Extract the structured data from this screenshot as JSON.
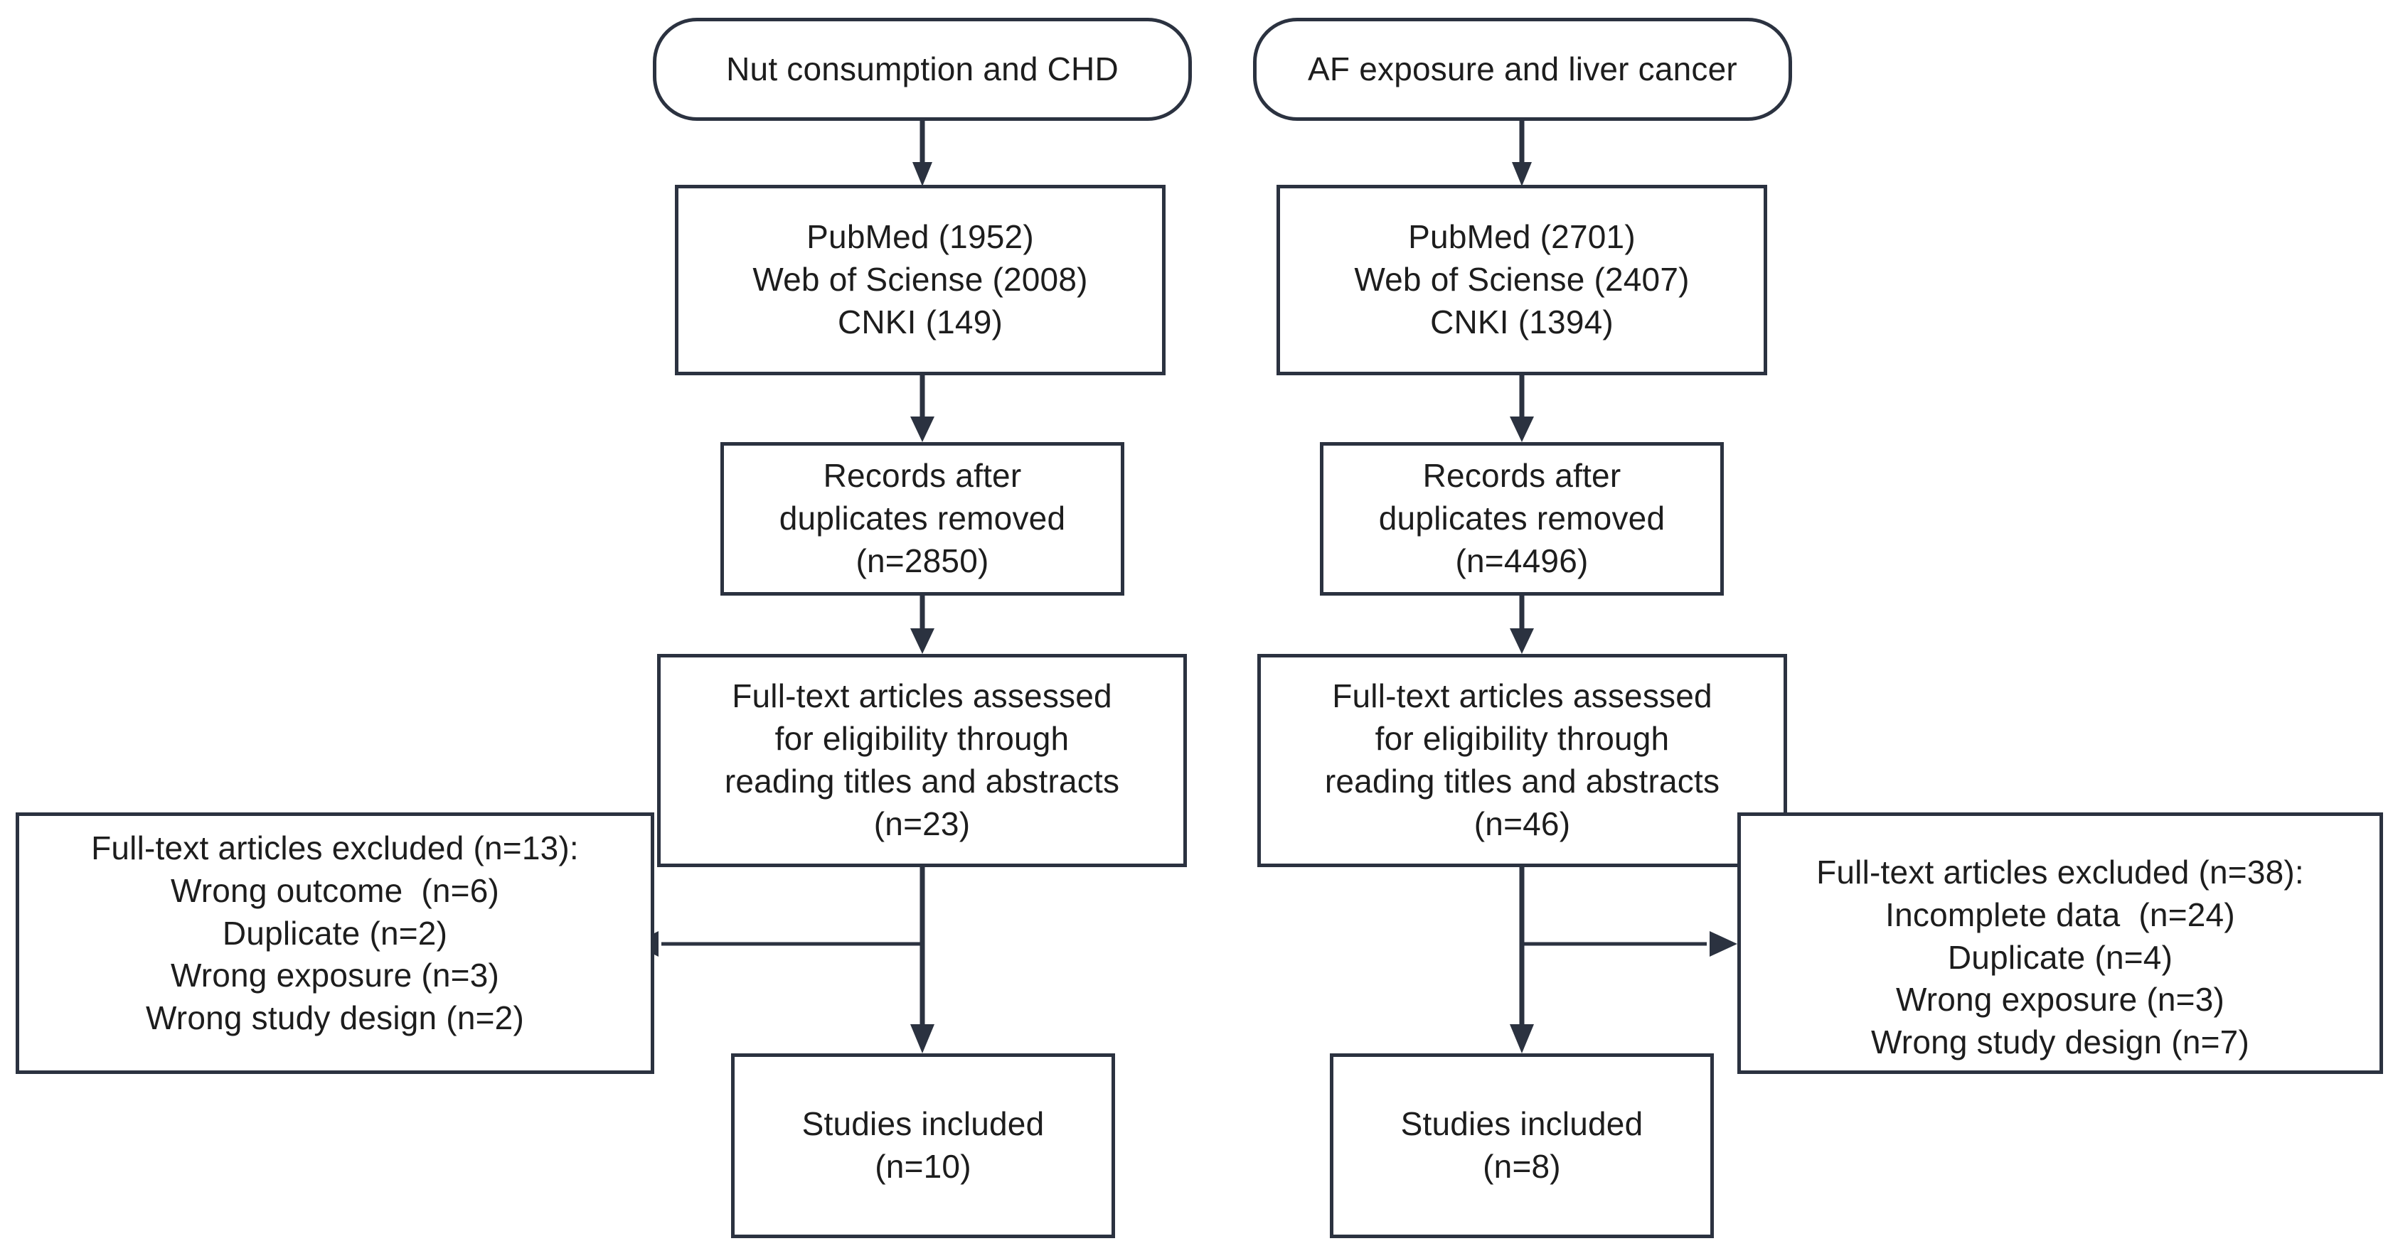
{
  "diagram": {
    "title": "PRISMA study selection flow diagram",
    "colors": {
      "stroke": "#2b3240",
      "text": "#1d1d1d",
      "background": "#ffffff"
    },
    "branches": [
      {
        "id": "left",
        "topic": "Nut consumption and CHD"
      },
      {
        "id": "right",
        "topic": "AF exposure and liver cancer"
      }
    ]
  },
  "left": {
    "topic": "Nut consumption and CHD",
    "sources": {
      "line1": "PubMed (1952)",
      "line2": "Web of Sciense (2008)",
      "line3": "CNKI (149)"
    },
    "dedup": {
      "line1": "Records after",
      "line2": "duplicates removed",
      "line3": "(n=2850)"
    },
    "eligibility": {
      "line1": "Full-text articles assessed",
      "line2": "for eligibility through",
      "line3": "reading titles and abstracts",
      "line4": "(n=23)"
    },
    "excluded": {
      "line1": "Full-text articles excluded (n=13):",
      "line2": "Wrong outcome  (n=6)",
      "line3": "Duplicate (n=2)",
      "line4": "Wrong exposure (n=3)",
      "line5": "Wrong study design (n=2)"
    },
    "included": {
      "line1": "Studies included",
      "line2": "(n=10)"
    }
  },
  "right": {
    "topic": "AF exposure and liver cancer",
    "sources": {
      "line1": "PubMed (2701)",
      "line2": "Web of Sciense (2407)",
      "line3": "CNKI (1394)"
    },
    "dedup": {
      "line1": "Records after",
      "line2": "duplicates removed",
      "line3": "(n=4496)"
    },
    "eligibility": {
      "line1": "Full-text articles assessed",
      "line2": "for eligibility through",
      "line3": "reading titles and abstracts",
      "line4": "(n=46)"
    },
    "excluded": {
      "line1": "Full-text articles excluded (n=38):",
      "line2": "Incomplete data  (n=24)",
      "line3": "Duplicate (n=4)",
      "line4": "Wrong exposure (n=3)",
      "line5": "Wrong study design (n=7)"
    },
    "included": {
      "line1": "Studies included",
      "line2": "(n=8)"
    }
  }
}
